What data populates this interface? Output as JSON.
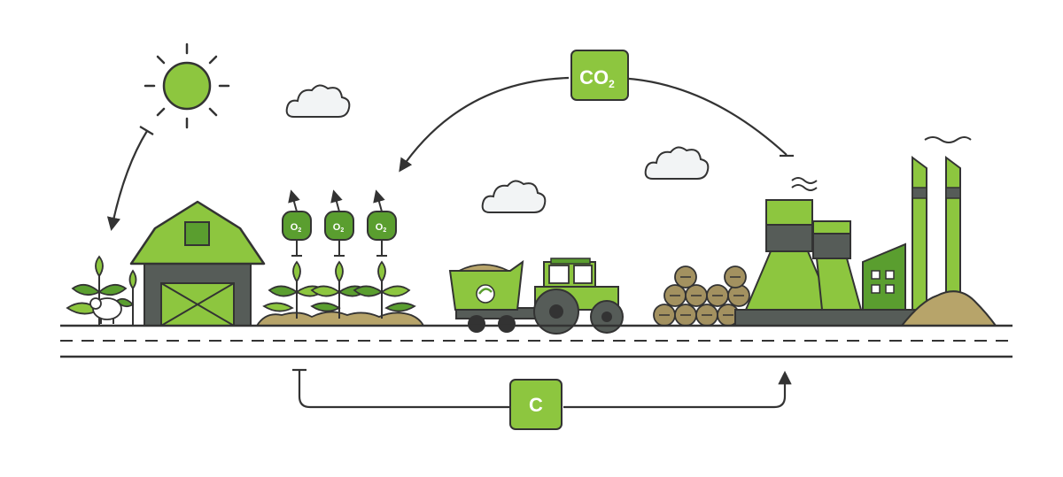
{
  "labels": {
    "co2": "CO",
    "co2_sub": "2",
    "carbon": "C",
    "o2": "O",
    "o2_sub": "2"
  },
  "colors": {
    "green": "#8DC63F",
    "dark_green": "#5A9E2F",
    "outline": "#333333",
    "wall_gray": "#565C58",
    "mound_tan": "#B7A46A",
    "log_tan": "#A39160",
    "cloud_fill": "#F2F4F5",
    "background": "#FFFFFF"
  },
  "icons": [
    "sun-icon",
    "cloud-icon",
    "barn-icon",
    "plant-icon",
    "sheep-icon",
    "tractor-icon",
    "trailer-icon",
    "logs-icon",
    "factory-icon",
    "chimney-icon",
    "arrow-icon"
  ]
}
